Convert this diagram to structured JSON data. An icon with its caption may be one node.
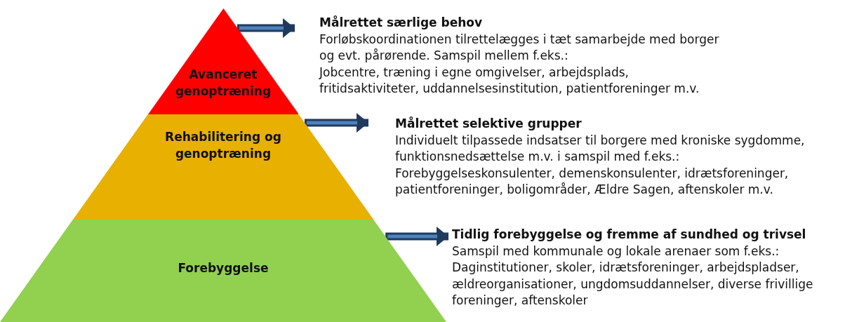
{
  "diagram": {
    "nodes": [
      {
        "text": [
          "Avanceret genoptræning"
        ]
      },
      {
        "text": [
          "Målrettet særlige behov",
          "Forløbskoordinationen tilrettelægges i tæt samarbejde med borger og evt. pårørende. Samspil mellem f.eks.:",
          "Jobcentre, træning i egne omgivelser, arbejdsplads, fritidsaktiviteter, uddannelsesinstitution, patientforeninger m.v."
        ]
      },
      {
        "text": [
          "Rehabilitering og genoptræning"
        ]
      },
      {
        "text": [
          "Målrettet selektive grupper",
          "Individuelt tilpassede indsatser til borgere med kroniske sygdomme, funktionsnedsættelse m.v. i samspil med f.eks.:",
          "Forebyggelseskonsulenter, demenskonsulenter, idrætsforeninger, patientforeninger, boligområder, Ældre Sagen, aftenskoler m.v."
        ]
      },
      {
        "text": [
          "Forebyggelse"
        ]
      },
      {
        "text": [
          "Tidlig forebyggelse og fremme af sundhed og trivsel",
          "Samspil med kommunale og lokale arenaer som f.eks.:",
          "Daginstitutioner, skoler, idrætsforeninger, arbejdspladser, ældreorganisationer, ungdomsuddannelser, diverse frivillige foreninger, aftenskoler"
        ]
      }
    ],
    "edges": [
      {
        "from": 0,
        "to": 1,
        "arrow": "to"
      },
      {
        "from": 2,
        "to": 3,
        "arrow": "to"
      },
      {
        "from": 4,
        "to": 5,
        "arrow": "to"
      }
    ]
  }
}
